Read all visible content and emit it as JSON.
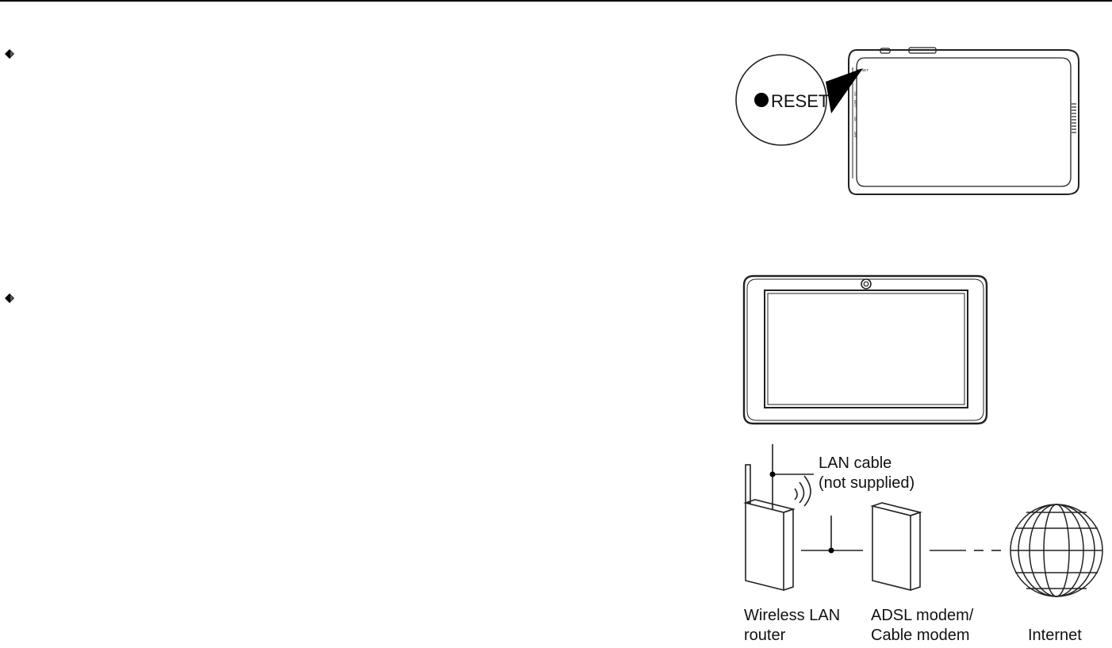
{
  "bullets": [
    {
      "icon": "diamond-bullet-icon"
    },
    {
      "icon": "diamond-bullet-icon"
    }
  ],
  "reset_figure": {
    "callout_label": "RESET",
    "side_port_labels": [
      "RESET",
      "DC",
      "USB",
      "SD",
      "MIC"
    ]
  },
  "tablet_figure": {
    "icon": "front-camera-icon"
  },
  "network_diagram": {
    "lan_cable_line1": "LAN cable",
    "lan_cable_line2": "(not supplied)",
    "router_line1": "Wireless LAN",
    "router_line2": "router",
    "modem_line1": "ADSL modem/",
    "modem_line2": "Cable modem",
    "internet_label": "Internet"
  }
}
